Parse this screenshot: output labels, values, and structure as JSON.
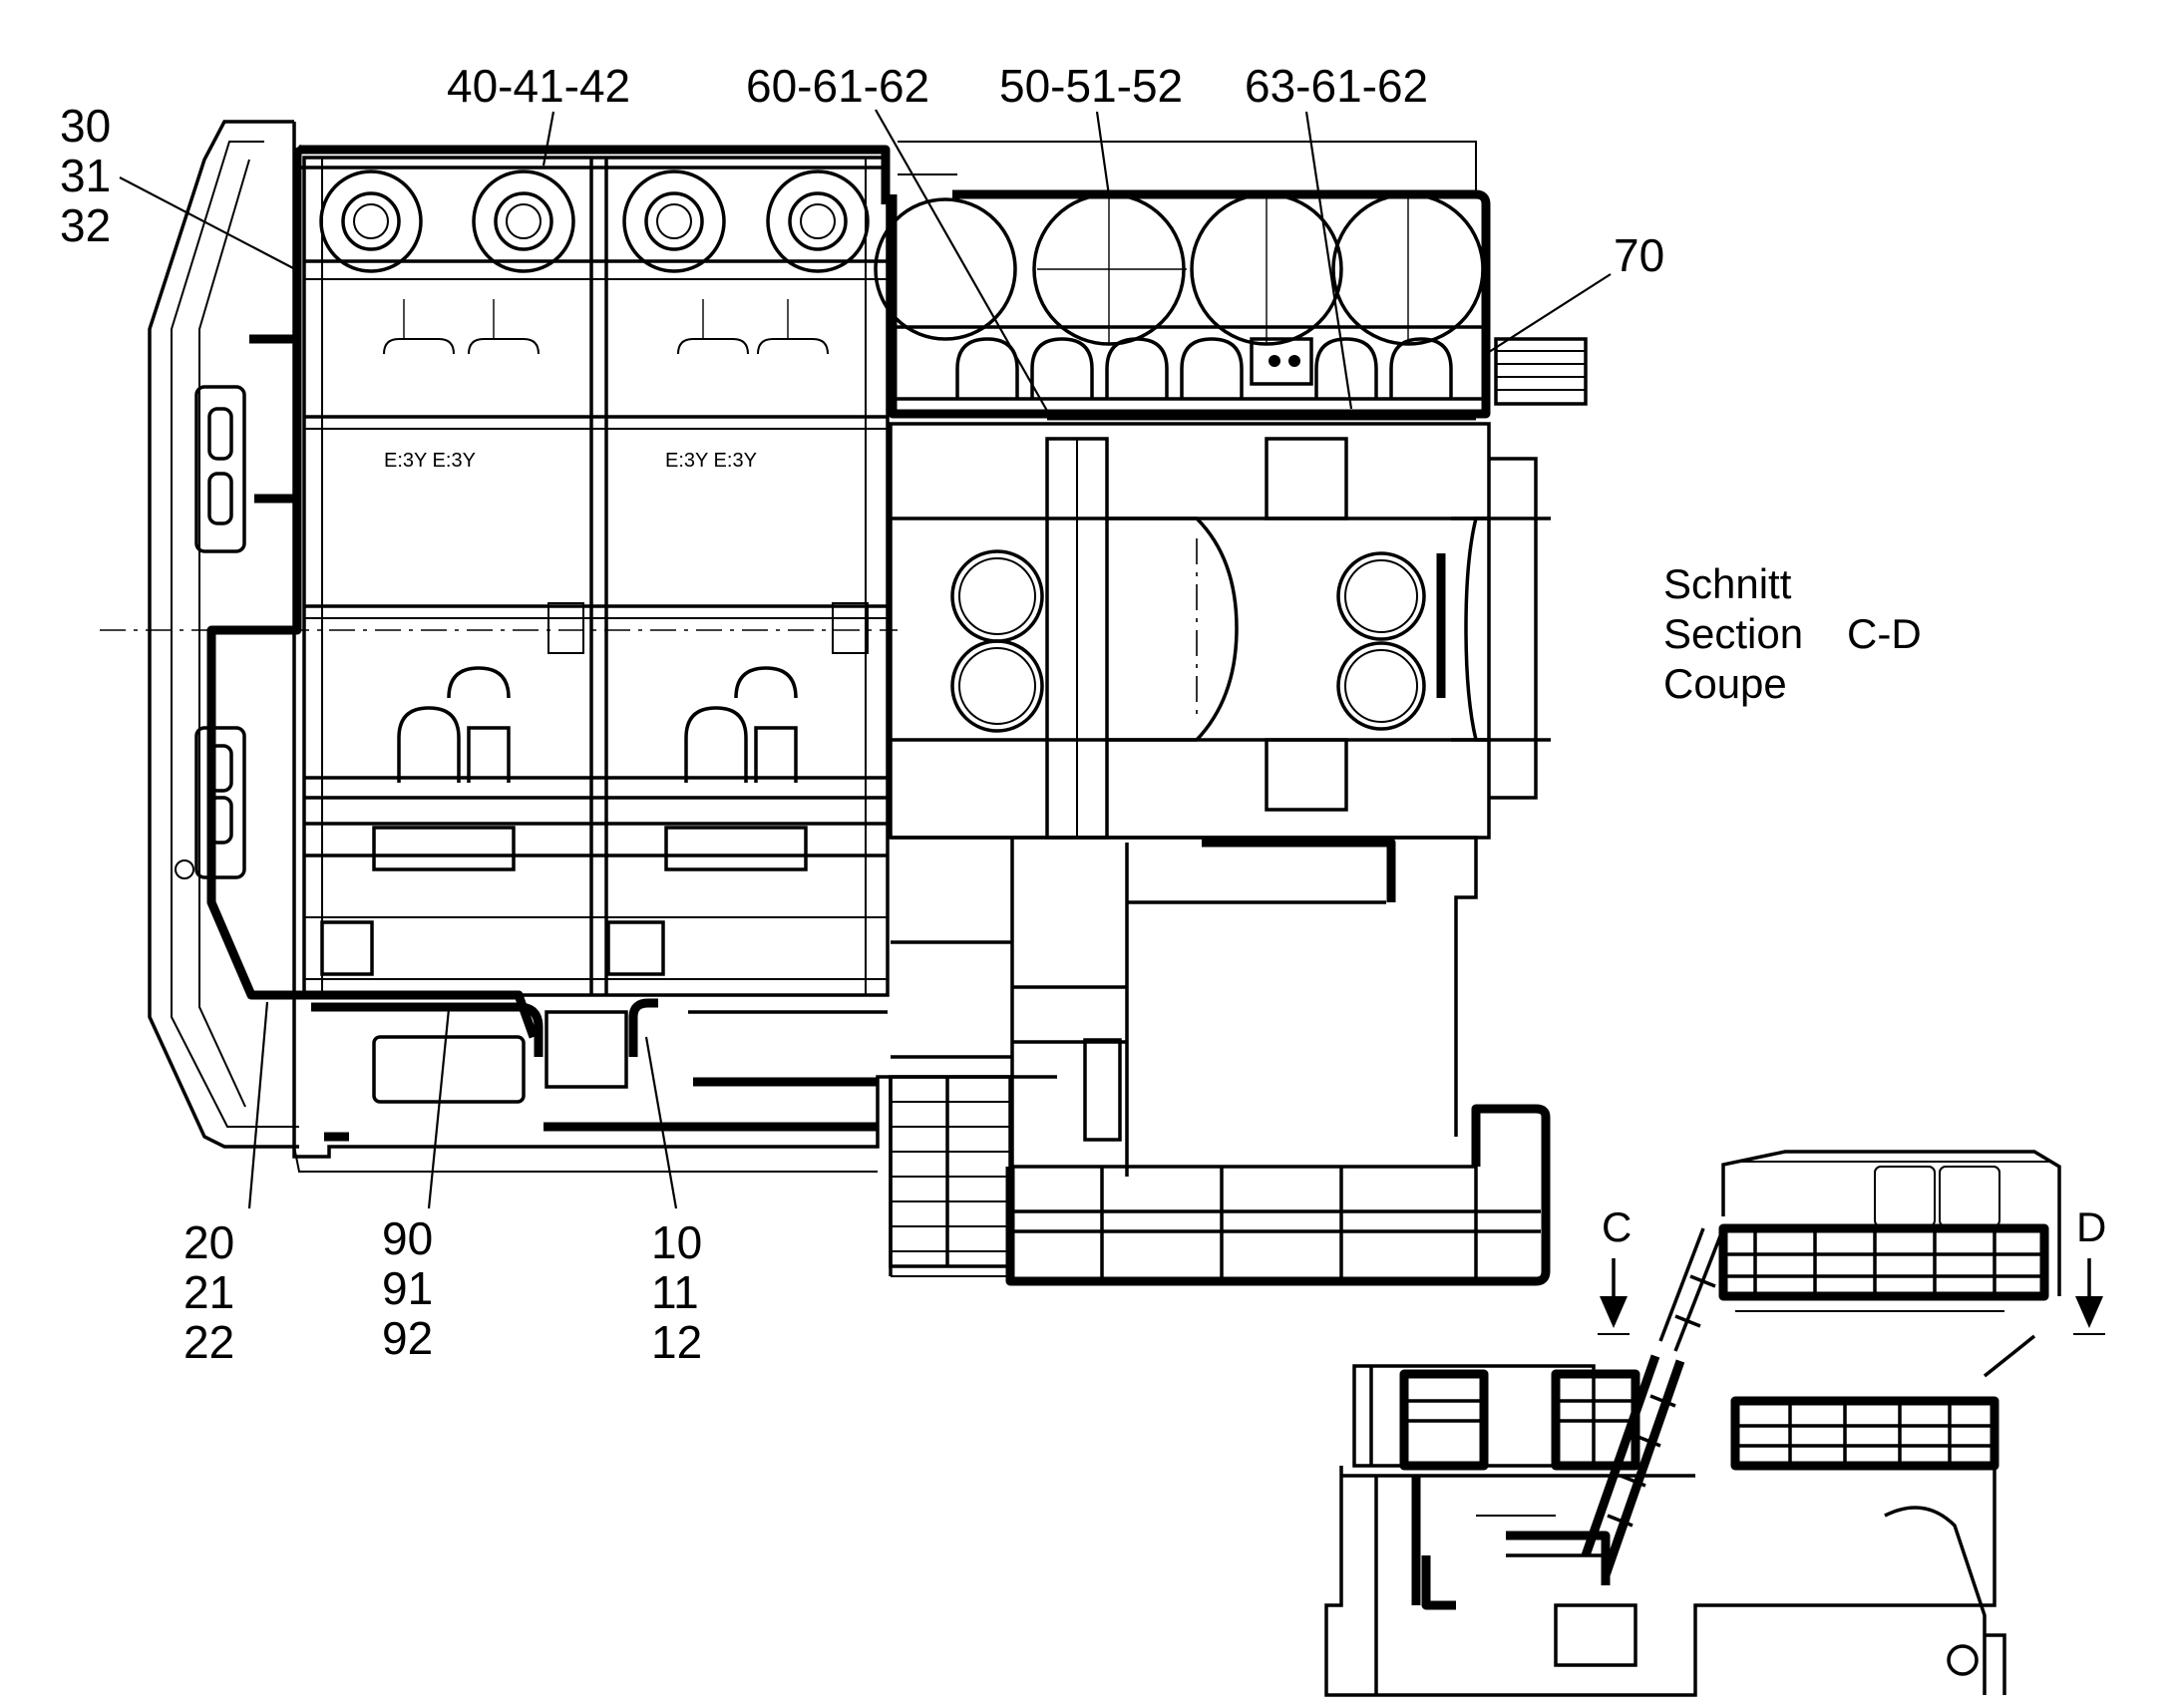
{
  "callouts": {
    "c30": [
      "30",
      "31",
      "32"
    ],
    "c404142": "40-41-42",
    "c606162": "60-61-62",
    "c505152": "50-51-52",
    "c636162": "63-61-62",
    "c70": "70",
    "c20": [
      "20",
      "21",
      "22"
    ],
    "c90": [
      "90",
      "91",
      "92"
    ],
    "c10": [
      "10",
      "11",
      "12"
    ]
  },
  "section_title": [
    "Schnitt",
    "Section",
    "Coupe"
  ],
  "section_id": "C-D",
  "section_markers": {
    "c": "C",
    "d": "D"
  }
}
